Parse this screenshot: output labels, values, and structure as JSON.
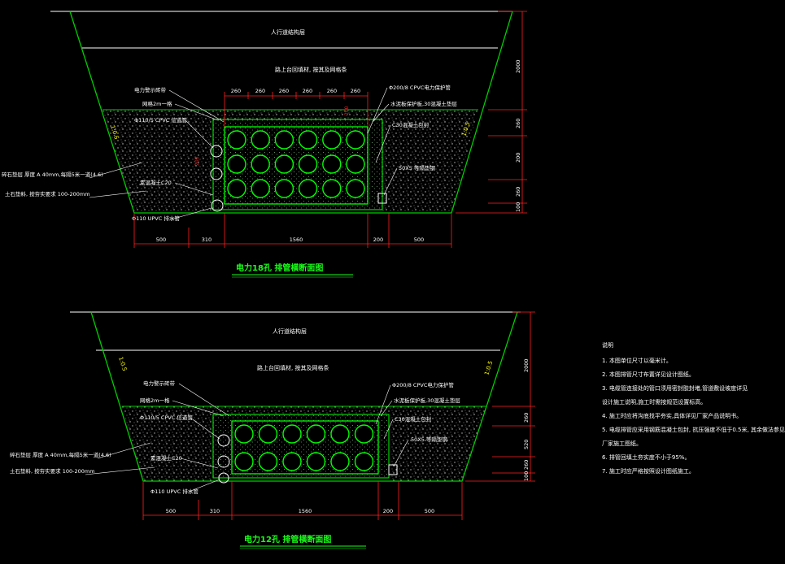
{
  "colors": {
    "background": "#000000",
    "trench": "#00cc00",
    "soil": "#bfbfbf",
    "pipe": "#00ff00",
    "dimension": "#ff2020",
    "label": "#ffffff",
    "title": "#19ff19",
    "side_label": "#ffff00"
  },
  "section1": {
    "title": "电力18孔 排管横断面图",
    "labels": {
      "sidewalk": "人行道结构层",
      "backfill": "路上台回填材, 按其及网格条",
      "warning_tape": "电力警示砖带",
      "mesh": "网格2m一格",
      "cpvc110": "Φ110/5 CPVC 信道管",
      "cpvc200": "Φ200/8 CPVC电力保护管",
      "brick_cover": "水泥板保护板,30混凝土垫层",
      "c30": "C30混凝土包封",
      "plain_concrete": "素混凝土C20",
      "upvc": "Φ110 UPVC 排水管",
      "spacer": "50X5 等隔垫钢",
      "cushion": "碎石垫层 厚度 A 40mm,每隔5米一道(4.6)",
      "bedding": "土石垫料, 按夯实要求 100-200mm"
    },
    "slope_left": "1:0.5",
    "slope_right": "1:0.5",
    "top_dims": [
      "260",
      "260",
      "260",
      "260",
      "260",
      "260"
    ],
    "bottom_dims": [
      "500",
      "310",
      "1560",
      "200",
      "500"
    ],
    "right_dims": [
      "2000",
      "260",
      "200",
      "260",
      "100"
    ],
    "small_dims": [
      "200",
      "200"
    ]
  },
  "section2": {
    "title": "电力12孔 排管横断面图",
    "labels": {
      "sidewalk": "人行道结构层",
      "backfill": "路上台回填材, 按其及网格条",
      "warning_tape": "电力警示砖带",
      "mesh": "网格2m一格",
      "cpvc110": "Φ110/5 CPVC 信道管",
      "cpvc200": "Φ200/8 CPVC电力保护管",
      "brick_cover": "水泥板保护板,30混凝土垫层",
      "c30": "C30混凝土包封",
      "plain_concrete": "素混凝土C20",
      "upvc": "Φ110 UPVC 排水管",
      "spacer": "50X5 等隔垫钢",
      "cushion": "碎石垫层 厚度 A 40mm,每隔5米一道(4.6)",
      "bedding": "土石垫料, 按夯实要求 100-200mm"
    },
    "slope_left": "1:0.5",
    "slope_right": "1:0.5",
    "bottom_dims": [
      "500",
      "310",
      "1560",
      "200",
      "500"
    ],
    "right_dims": [
      "2000",
      "260",
      "520",
      "260",
      "100"
    ]
  },
  "notes": {
    "title": "说明",
    "items": [
      "1. 本图单位尺寸以毫米计。",
      "2. 本图排管尺寸布置详见设计图纸。",
      "3. 电缆管连接处的管口须用密封胶封堵,管道敷设坡度详见",
      "   设计施工说明,施工时需按规范设置标高。",
      "4. 施工时应将沟底找平夯实,具体详见厂家产品说明书。",
      "5. 电缆排管应采用钢筋混凝土包封, 抗压强度不低于0.5米, 其余做法参见",
      "   厂家施工图纸。",
      "6. 排管回填土夯实度不小于95%。",
      "7. 施工时应严格按照设计图纸施工。"
    ]
  }
}
